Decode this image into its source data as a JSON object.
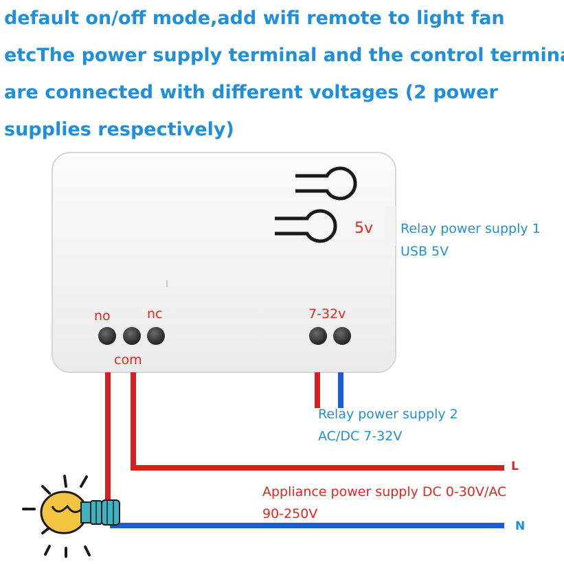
{
  "heading": {
    "lines": [
      "default on/off mode,add wifi remote to light fan",
      "etcThe power supply terminal and the control terminal",
      "are connected with different voltages (2 power",
      "supplies respectively)"
    ]
  },
  "device": {
    "label_5v": "5v",
    "terminal_no": "no",
    "terminal_nc": "nc",
    "terminal_com": "com",
    "terminal_power": "7-32v"
  },
  "annotations": {
    "relay_supply_1": {
      "line1": "Relay power supply 1",
      "line2": "USB 5V"
    },
    "relay_supply_2": {
      "line1": "Relay power supply 2",
      "line2": "AC/DC 7-32V"
    },
    "appliance_supply": {
      "line1": "Appliance power supply DC 0-30V/AC",
      "line2": "90-250V"
    },
    "line_L": "L",
    "line_N": "N"
  },
  "colors": {
    "heading": "#1e8fd8",
    "wire_red": "#d42020",
    "wire_blue": "#1e5bd6",
    "label_red": "#e8231f",
    "bulb_yellow": "#f6c443",
    "bulb_base": "#3fb3c2"
  }
}
